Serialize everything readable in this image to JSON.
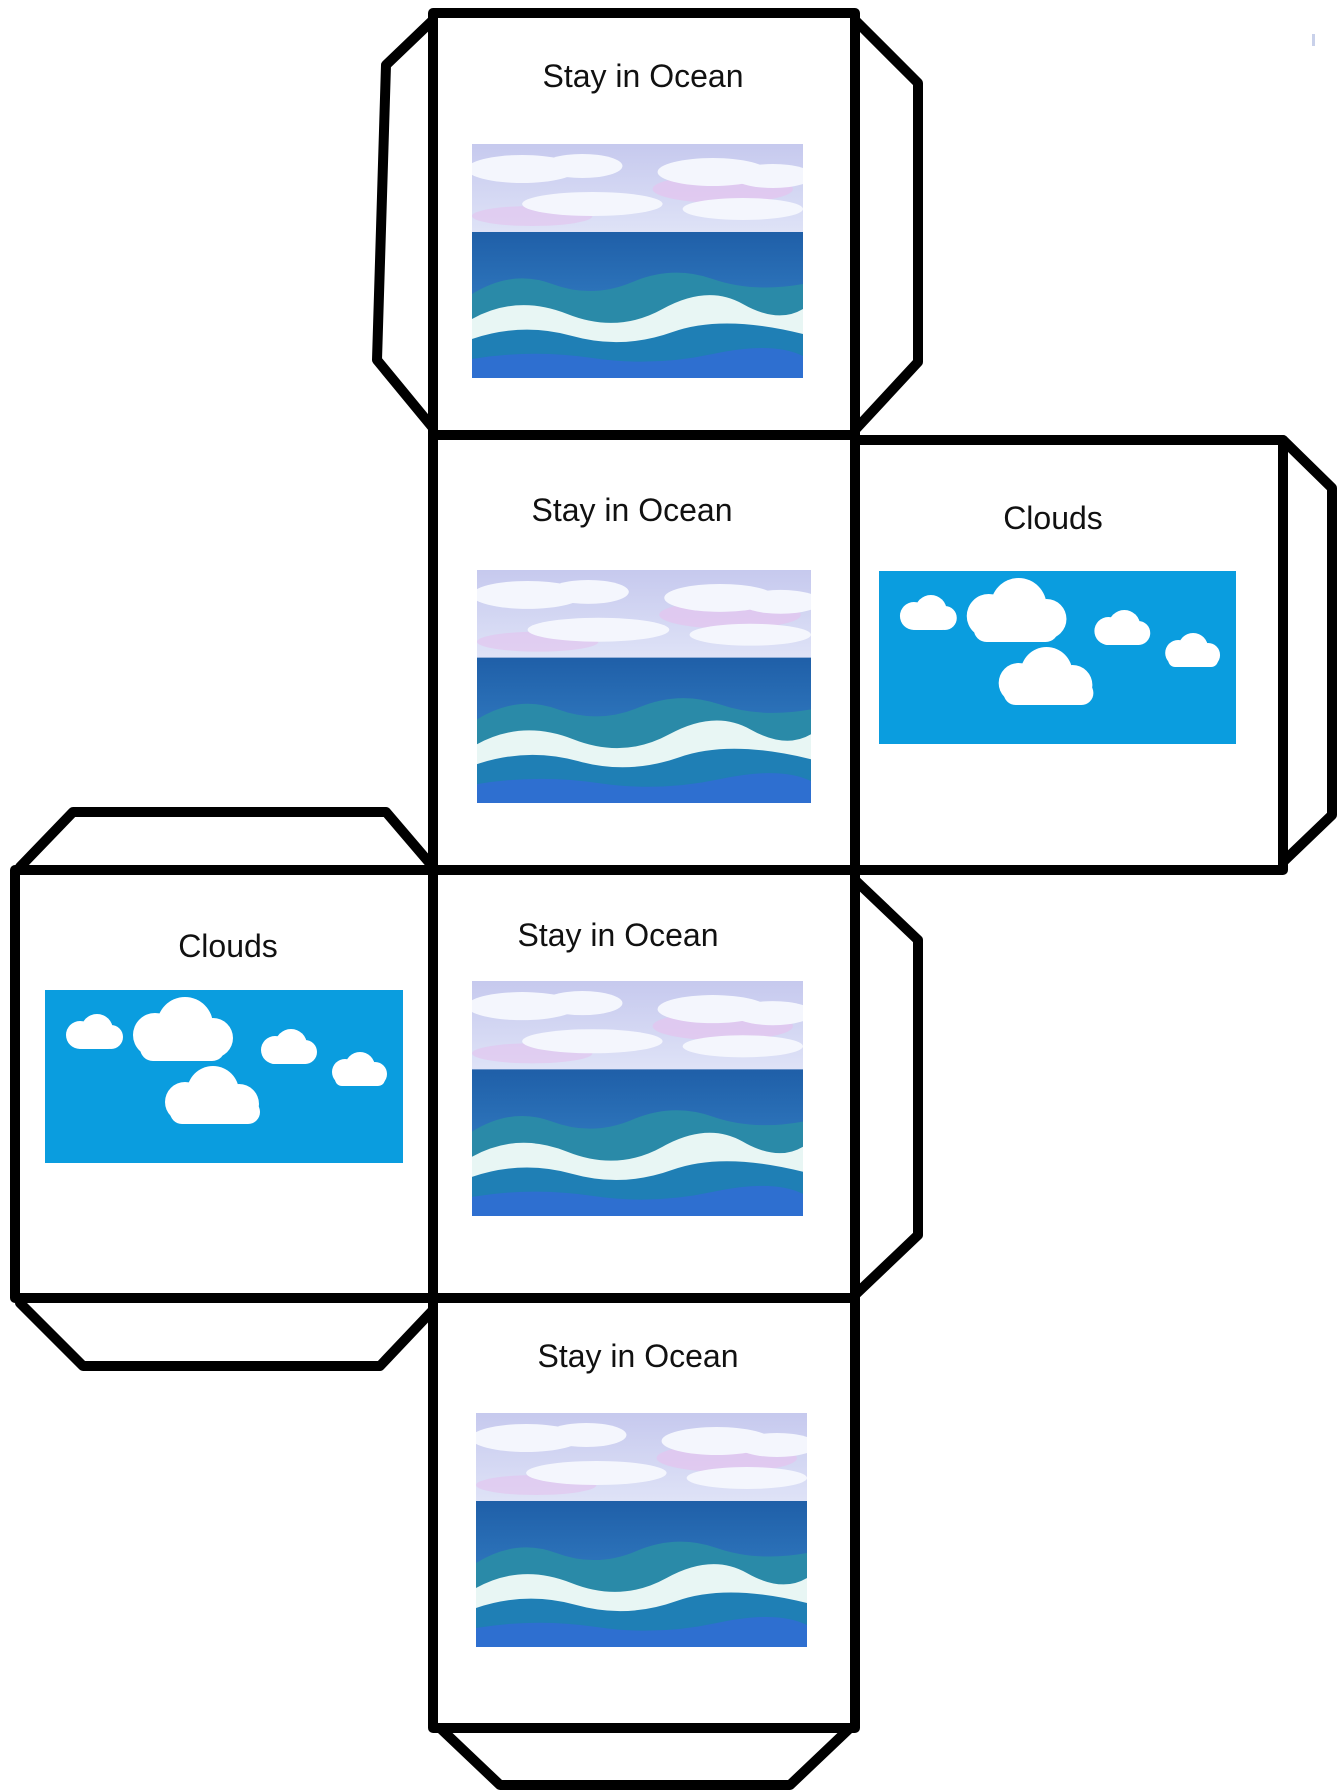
{
  "faces": [
    {
      "id": "top",
      "label": "Stay in Ocean",
      "picture": "ocean-waves-scene"
    },
    {
      "id": "upper",
      "label": "Stay in Ocean",
      "picture": "ocean-waves-scene"
    },
    {
      "id": "right",
      "label": "Clouds",
      "picture": "clouds-sky-scene"
    },
    {
      "id": "left",
      "label": "Clouds",
      "picture": "clouds-sky-scene"
    },
    {
      "id": "middle",
      "label": "Stay in Ocean",
      "picture": "ocean-waves-scene"
    },
    {
      "id": "bottom",
      "label": "Stay in Ocean",
      "picture": "ocean-waves-scene"
    }
  ],
  "colors": {
    "outline": "#000000",
    "sky_blue": "#0a9ddf",
    "ocean_deep": "#1f5fa8",
    "ocean_light": "#3f8fd3",
    "foam": "#e8f6f4",
    "cloud": "#ffffff",
    "sky_lavender": "#c6c9ee",
    "sky_pink": "#e2c6ef"
  }
}
